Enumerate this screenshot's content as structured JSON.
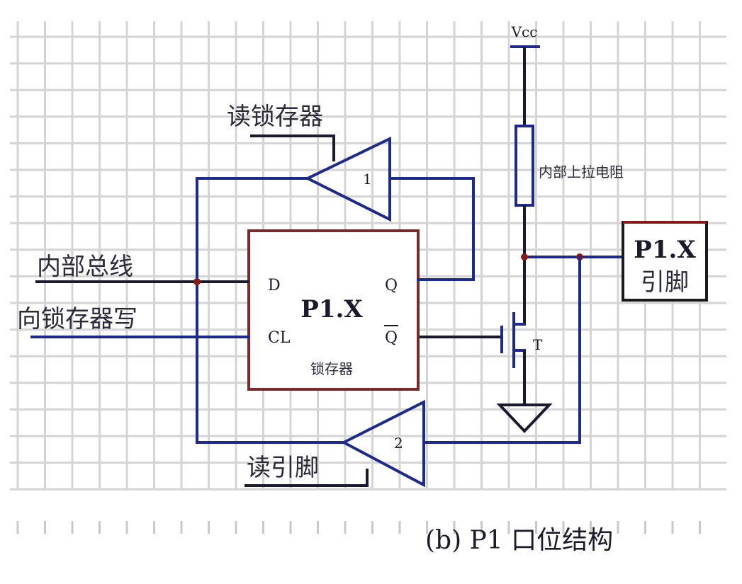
{
  "diagram": {
    "caption": "(b) P1 口位结构",
    "vcc_label": "Vcc",
    "resistor_label": "内部上拉电阻",
    "pin_box": {
      "line1": "P1.X",
      "line2": "引脚"
    },
    "latch": {
      "title": "P1.X",
      "subtitle": "锁存器",
      "d": "D",
      "q": "Q",
      "cl": "CL",
      "qbar": "Q"
    },
    "buffer1": {
      "number": "1",
      "control_label": "读锁存器"
    },
    "buffer2": {
      "number": "2",
      "control_label": "读引脚"
    },
    "internal_bus_label": "内部总线",
    "write_latch_label": "向锁存器写",
    "transistor_label": "T",
    "colors": {
      "wire": "#1d2a8c",
      "latch_border": "#7a2a2a",
      "node": "#8a1a1a",
      "grid": "#d4d4d4"
    }
  }
}
